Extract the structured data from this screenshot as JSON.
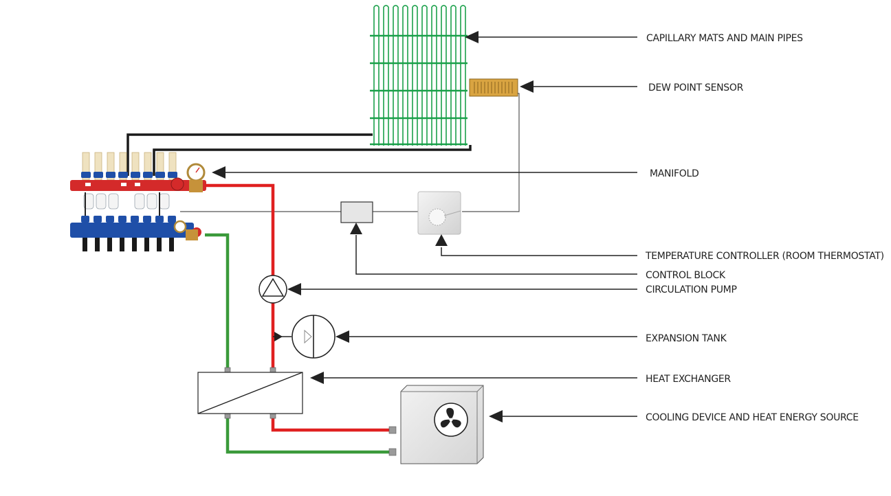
{
  "labels": {
    "capillary_mats": "CAPILLARY MATS AND MAIN PIPES",
    "dew_point_sensor": "DEW POINT SENSOR",
    "manifold": "MANIFOLD",
    "temperature_controller": "TEMPERATURE CONTROLLER (ROOM THERMOSTAT)",
    "control_block": "CONTROL BLOCK",
    "circulation_pump": "CIRCULATION PUMP",
    "expansion_tank": "EXPANSION TANK",
    "heat_exchanger": "HEAT EXCHANGER",
    "cooling_device": "COOLING DEVICE AND HEAT ENERGY SOURCE"
  },
  "colors": {
    "supply_pipe": "#e02020",
    "return_pipe": "#3a9a3a",
    "main_pipe": "#1a1a1a",
    "capillary_mat": "#1aa04a",
    "manifold_supply": "#d42a2a",
    "manifold_return": "#1f4fa8",
    "dew_sensor": "#d9a441",
    "arrow": "#222222"
  },
  "icons": {
    "pump": "pump-triangle-icon",
    "expansion_tank": "expansion-tank-icon",
    "fan": "fan-icon",
    "thermostat": "thermostat-dial-icon"
  }
}
